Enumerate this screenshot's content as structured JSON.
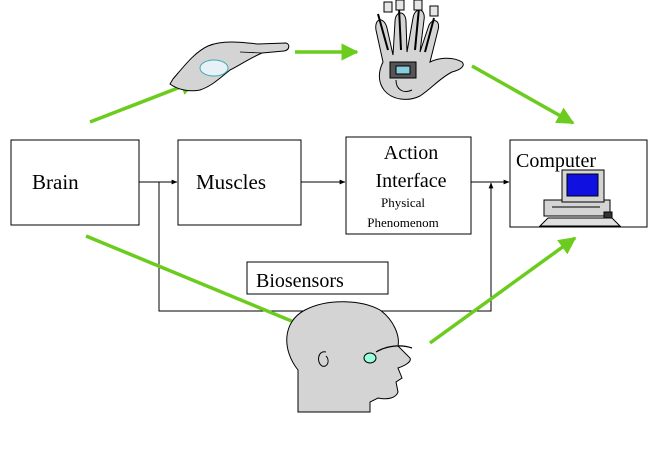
{
  "nodes": {
    "brain": {
      "label": "Brain"
    },
    "muscles": {
      "label": "Muscles"
    },
    "action": {
      "line1": "Action",
      "line2": "Interface",
      "sub1": "Physical",
      "sub2": "Phenomenom"
    },
    "computer": {
      "label": "Computer"
    },
    "biosensors": {
      "label": "Biosensors"
    }
  },
  "colors": {
    "green_arrow": "#6ccc1e",
    "line": "#000000",
    "illustration_fill": "#d4d4d4",
    "screen": "#1010e0"
  },
  "icons": [
    "hand-gesture-icon",
    "data-glove-icon",
    "head-sensor-icon",
    "desktop-computer-icon"
  ]
}
